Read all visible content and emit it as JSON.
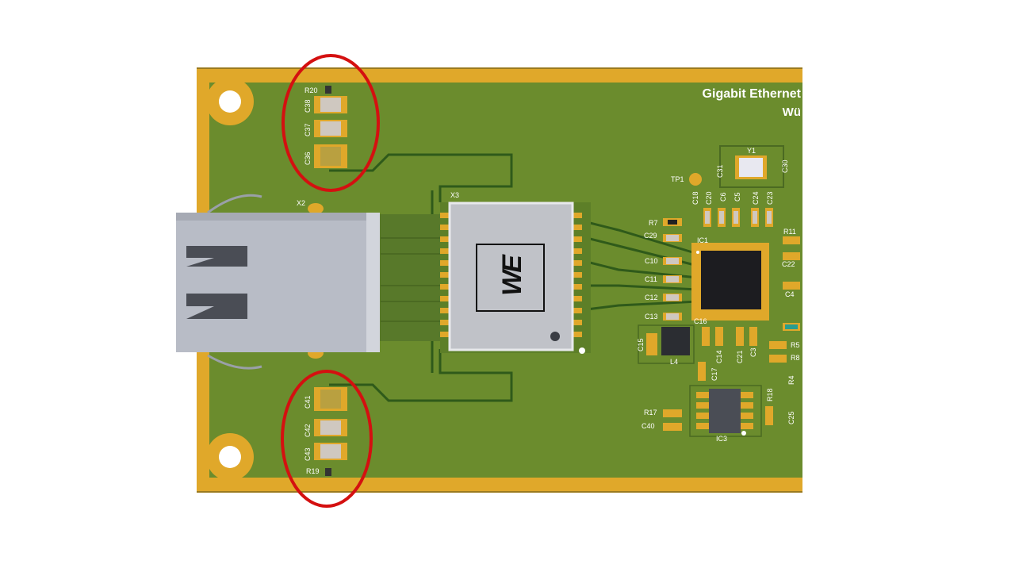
{
  "board": {
    "title": "Gigabit Ethernet",
    "subtitle": "Wü"
  },
  "component_labels": {
    "top_group": [
      "R20",
      "C38",
      "C37",
      "C36"
    ],
    "bottom_group": [
      "C41",
      "C42",
      "C43",
      "R19"
    ],
    "connector": "X2",
    "transformer": "X3",
    "test_point": "TP1",
    "crystal": "Y1",
    "ic1": "IC1",
    "ic3": "IC3",
    "inductor": "L4",
    "caps_top_row": [
      "C18",
      "C20",
      "C6",
      "C5",
      "C24",
      "C23"
    ],
    "crystal_caps": [
      "C31",
      "C30"
    ],
    "left_column": [
      "R7",
      "C29",
      "C10",
      "C11",
      "C12",
      "C13"
    ],
    "right_column": [
      "R11",
      "C22",
      "C4",
      "R5",
      "R8",
      "R4",
      "C25"
    ],
    "below_ic": [
      "C16",
      "C15",
      "C17",
      "C14",
      "C21",
      "C3"
    ],
    "ic3_side": [
      "R17",
      "C40",
      "R18"
    ]
  },
  "logo": "WE",
  "colors": {
    "board_green": "#6b8c2d",
    "gold_border": "#e0a82a",
    "highlight_red": "#d41010",
    "connector_grey": "#b8bcc6"
  }
}
